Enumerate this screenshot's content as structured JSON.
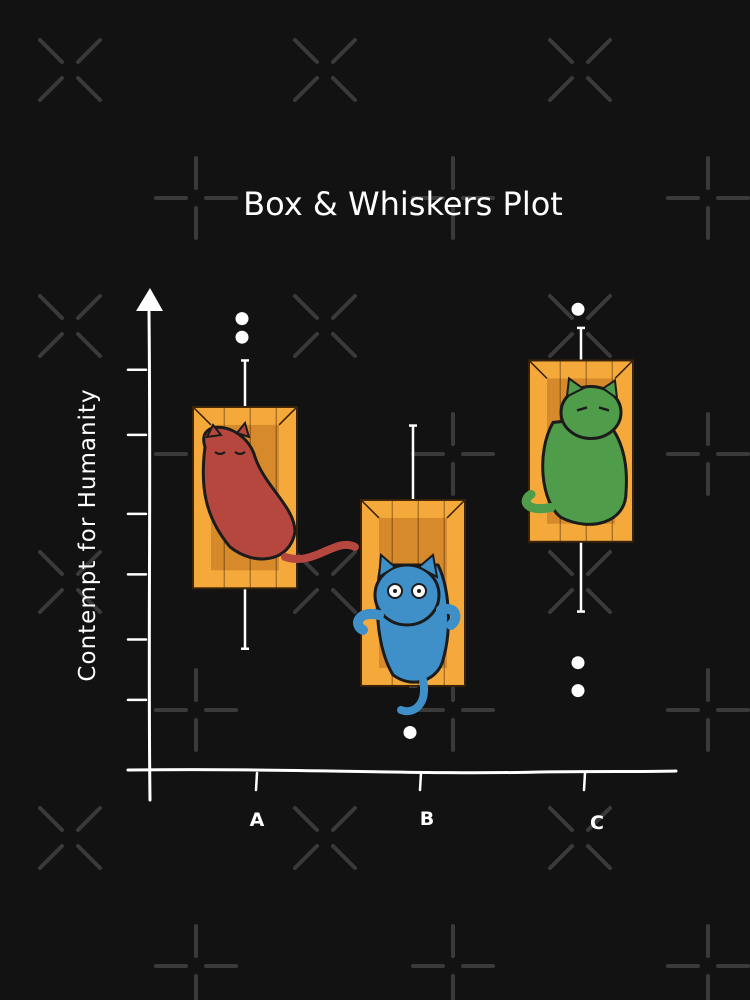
{
  "chart_data": {
    "type": "box",
    "title": "Box & Whiskers Plot",
    "xlabel": "",
    "ylabel": "Contempt for Humanity",
    "ylim": [
      0,
      10
    ],
    "categories": [
      "A",
      "B",
      "C"
    ],
    "boxes": [
      {
        "category": "A",
        "whisker_low": 2.5,
        "q1": 3.8,
        "median": 5.3,
        "q3": 7.7,
        "whisker_high": 8.7,
        "outliers": [
          9.6,
          9.2
        ]
      },
      {
        "category": "B",
        "whisker_low": 1.7,
        "q1": 1.7,
        "median": 3.8,
        "q3": 5.7,
        "whisker_high": 7.3,
        "outliers": [
          0.7
        ]
      },
      {
        "category": "C",
        "whisker_low": 3.3,
        "q1": 4.8,
        "median": 6.7,
        "q3": 8.7,
        "whisker_high": 9.4,
        "outliers": [
          2.2,
          1.6,
          9.8
        ]
      }
    ],
    "grid": false,
    "legend": "none"
  },
  "colors": {
    "background": "#121212",
    "box_fill": "#f4a93a",
    "box_inner": "#d4862a",
    "box_stroke": "#3a2208",
    "axis": "#ffffff",
    "cat_a": "#b5473f",
    "cat_b": "#3f8fc8",
    "cat_c": "#4f9c4a"
  },
  "icons": [
    "watermark-x-icon",
    "watermark-plus-icon",
    "cat-illustration-icon"
  ]
}
